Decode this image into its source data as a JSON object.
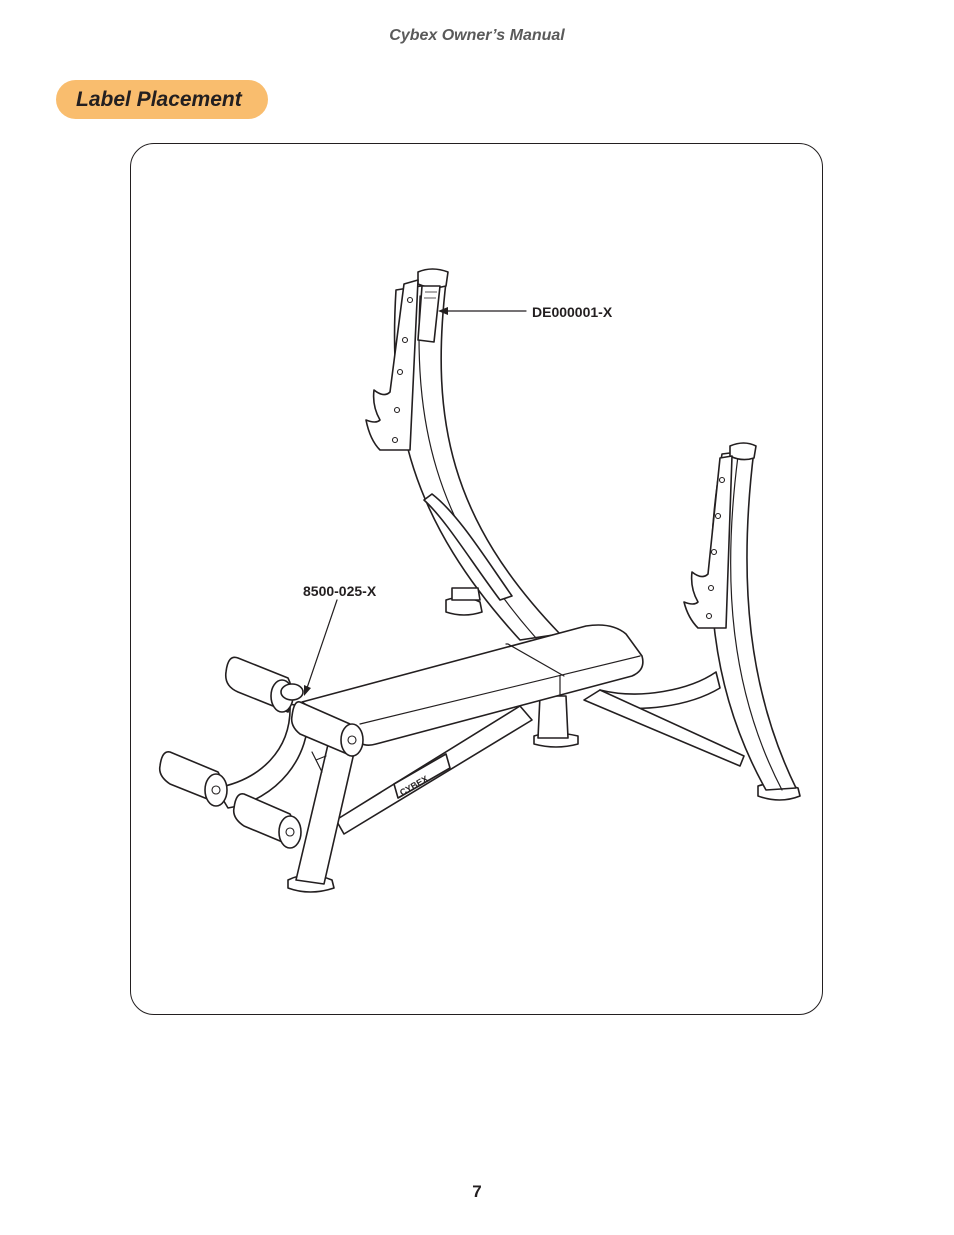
{
  "header": {
    "running_title": "Cybex Owner’s Manual"
  },
  "section": {
    "title": "Label Placement"
  },
  "figure": {
    "callouts": {
      "upright_label": "DE000001-X",
      "pad_label": "8500-025-X"
    },
    "frame_brand": "CYBEX"
  },
  "footer": {
    "page_number": "7"
  }
}
